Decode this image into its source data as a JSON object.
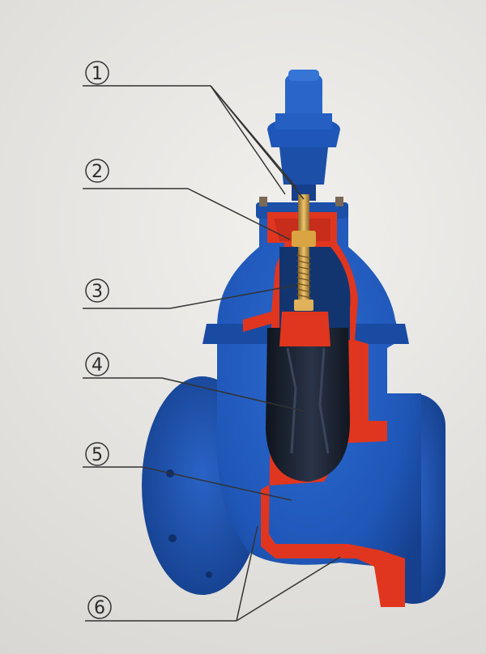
{
  "diagram": {
    "callouts": [
      {
        "number": "1"
      },
      {
        "number": "2"
      },
      {
        "number": "3"
      },
      {
        "number": "4"
      },
      {
        "number": "5"
      },
      {
        "number": "6"
      }
    ]
  },
  "colors": {
    "body_blue": "#1f57b8",
    "body_blue_dark": "#173f8a",
    "lining_red": "#e0361f",
    "wedge_black": "#1b2230",
    "brass": "#d9a441",
    "background": "#e7e6e3",
    "leader_line": "#333333"
  }
}
